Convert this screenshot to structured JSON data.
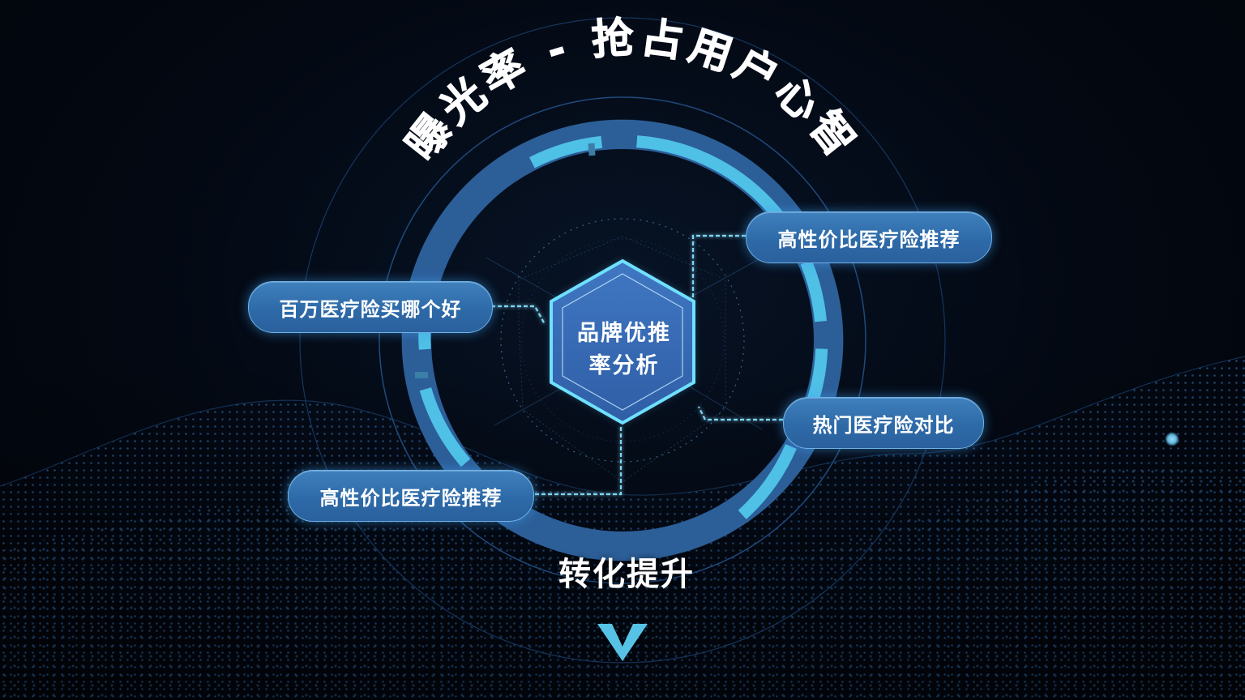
{
  "title": {
    "text": "曝光率 - 抢占用户心智",
    "chars": [
      "曝",
      "光",
      "率",
      "-",
      "抢",
      "占",
      "用",
      "户",
      "心",
      "智"
    ]
  },
  "center": {
    "line1": "品牌优推",
    "line2": "率分析",
    "shape": "hexagon"
  },
  "nodes": [
    {
      "id": "top-right",
      "label": "高性价比医疗险推荐"
    },
    {
      "id": "left",
      "label": "百万医疗险买哪个好"
    },
    {
      "id": "right",
      "label": "热门医疗险对比"
    },
    {
      "id": "bottom-left",
      "label": "高性价比医疗险推荐"
    }
  ],
  "bottom": {
    "label": "转化提升",
    "icon": "chevron-down-icon"
  },
  "colors": {
    "background": "#030812",
    "ring_dark": "#2c5e98",
    "ring_accent": "#4fc0e6",
    "pill_fill": "#3572b0",
    "hex_fill": "#3a6fb8",
    "hex_glow": "#5fd0ff",
    "text": "#ffffff",
    "wave_dots": "#2a5a92"
  }
}
